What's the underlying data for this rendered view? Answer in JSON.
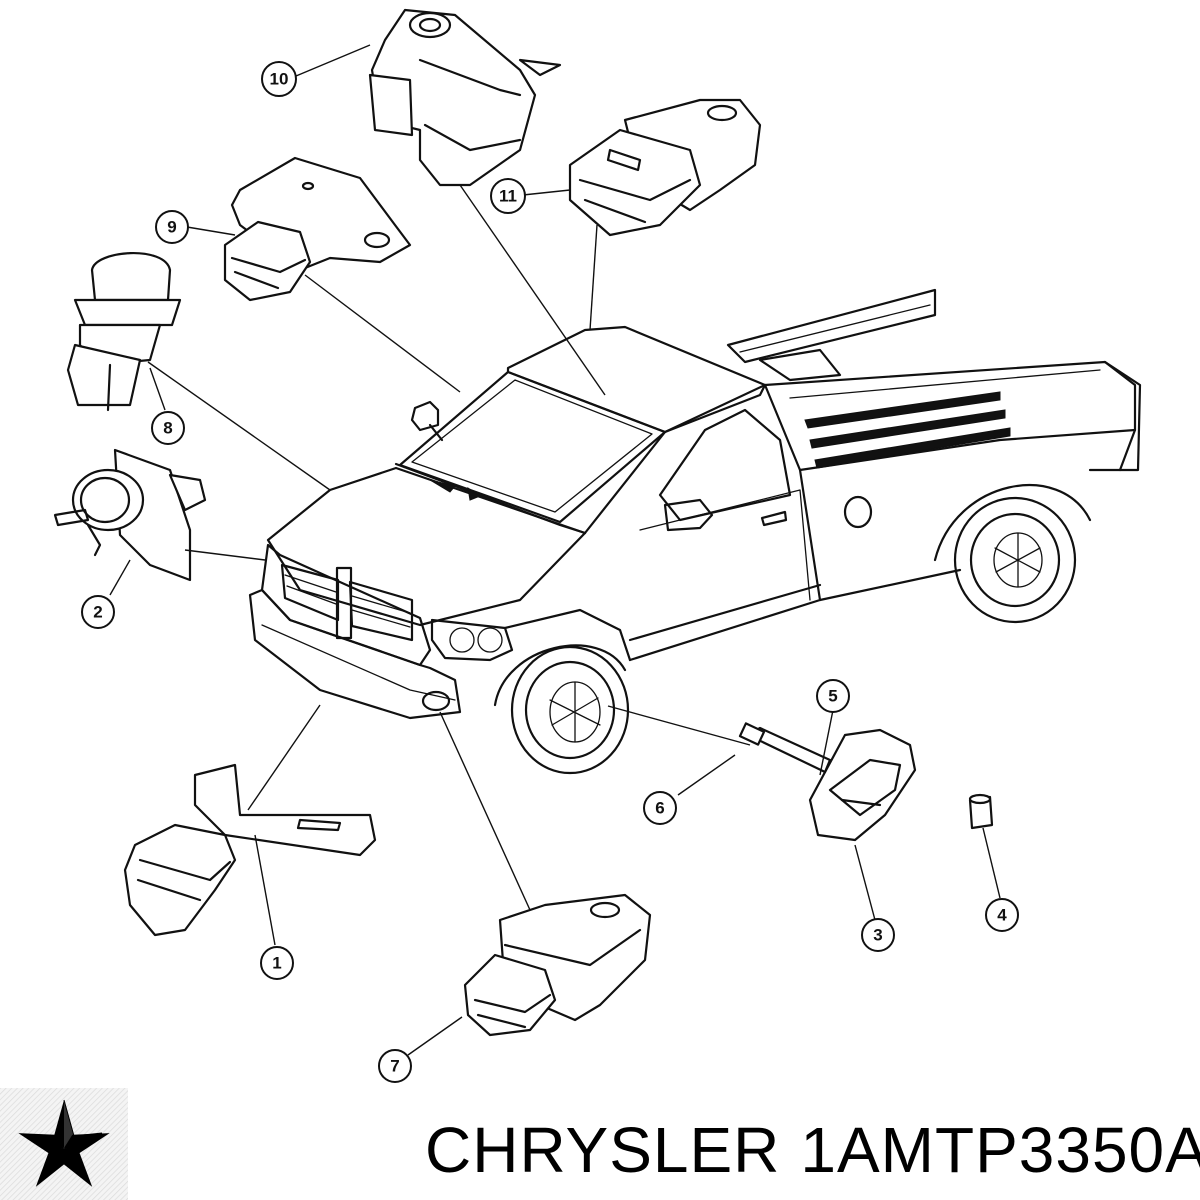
{
  "caption": {
    "brand": "CHRYSLER",
    "part_number": "1AMTP3350A"
  },
  "logo": {
    "icon": "pentastar-icon"
  },
  "callouts": [
    "1",
    "2",
    "3",
    "4",
    "5",
    "6",
    "7",
    "8",
    "9",
    "10",
    "11"
  ]
}
